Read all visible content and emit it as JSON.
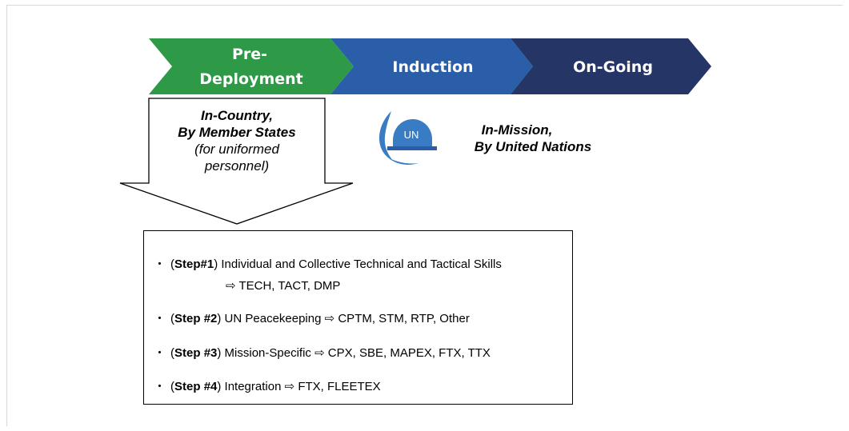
{
  "phases": [
    {
      "line1": "Pre-",
      "line2": "Deployment",
      "color": "#2e9a47"
    },
    {
      "label": "Induction",
      "color": "#2a5ea8"
    },
    {
      "label": "On-Going",
      "color": "#253565"
    }
  ],
  "callout": {
    "line1": "In-Country,",
    "line2": "By Member States",
    "line3": "(for uniformed",
    "line4": "personnel)"
  },
  "un": {
    "logo_text": "UN",
    "logo_color": "#3a7cc4",
    "line1": "In-Mission,",
    "line2": "By United Nations"
  },
  "steps": [
    {
      "bullet": "・",
      "open": "(",
      "label": "Step#1",
      "close": ")",
      "text": " Individual and Collective Technical and Tactical Skills",
      "sub": "⇨ TECH, TACT, DMP"
    },
    {
      "bullet": "・",
      "open": "(",
      "label": "Step #2",
      "close": ")",
      "text": " UN Peacekeeping ⇨ CPTM, STM, RTP, Other"
    },
    {
      "bullet": "・",
      "open": "(",
      "label": "Step #3",
      "close": ")",
      "text": " Mission-Specific ⇨ CPX, SBE, MAPEX, FTX, TTX"
    },
    {
      "bullet": "・",
      "open": "(",
      "label": "Step #4",
      "close": ")",
      "text": " Integration ⇨ FTX, FLEETEX"
    }
  ]
}
